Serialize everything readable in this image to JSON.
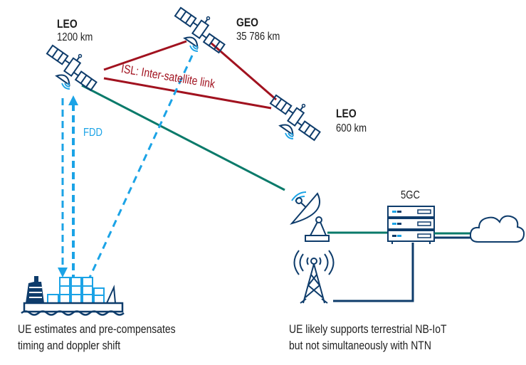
{
  "satellites": [
    {
      "id": "leo-1200",
      "type": "LEO",
      "altitude": "1200 km"
    },
    {
      "id": "geo",
      "type": "GEO",
      "altitude": "35 786 km"
    },
    {
      "id": "leo-600",
      "type": "LEO",
      "altitude": "600 km"
    }
  ],
  "links": {
    "isl_label": "ISL: Inter-satellite link",
    "fdd_label": "FDD"
  },
  "core": {
    "label": "5GC"
  },
  "captions": {
    "ship": [
      "UE estimates and pre-compensates",
      "timing and doppler shift"
    ],
    "terrestrial": [
      "UE likely supports terrestrial NB-IoT",
      "but not simultaneously with NTN"
    ]
  },
  "colors": {
    "satellite_icon": "#0e3c6b",
    "signal": "#1ba3e6",
    "isl_line": "#a1121f",
    "feeder_line": "#0a7a6a",
    "backhaul_line": "#0e3c6b",
    "text": "#1e1e1e"
  }
}
